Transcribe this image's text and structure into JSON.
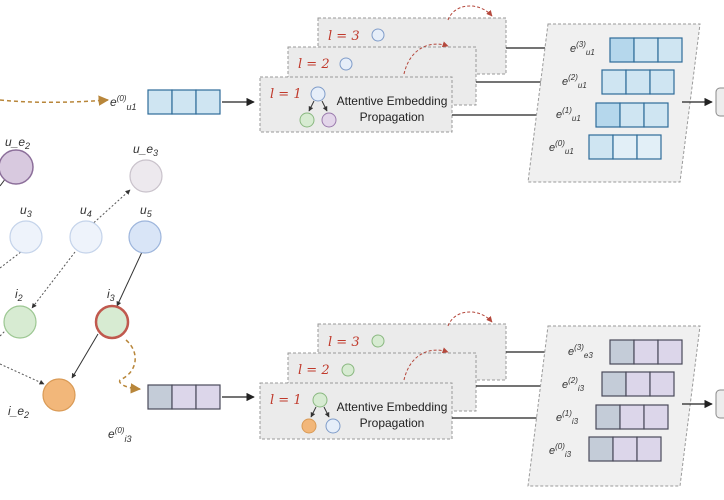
{
  "graph": {
    "nodes": {
      "u_e2": {
        "label": "u_e2",
        "color": "#d8c9df",
        "stroke": "#8c6f9a"
      },
      "u_e3": {
        "label": "u_e3",
        "color": "#ede9ee",
        "stroke": "#b9b2bb"
      },
      "u3": {
        "label": "u3",
        "color": "#eef3fb",
        "stroke": "#c4d3ea"
      },
      "u4": {
        "label": "u4",
        "color": "#eef3fb",
        "stroke": "#c4d3ea"
      },
      "u5": {
        "label": "u5",
        "color": "#d9e5f7",
        "stroke": "#9db5dc"
      },
      "i2": {
        "label": "i2",
        "color": "#d7ebd2",
        "stroke": "#9cc792"
      },
      "i3": {
        "label": "i3",
        "color": "#d7ebd2",
        "stroke": "#c0594e"
      },
      "i_e2": {
        "label": "i_e2",
        "color": "#f2b77a",
        "stroke": "#d99a55"
      }
    }
  },
  "top": {
    "embedding_label": "e(0)u1",
    "layers": [
      "l = 3",
      "l = 2",
      "l = 1"
    ],
    "propagation_text": [
      "Attentive Embedding",
      "Propagation"
    ],
    "outputs": [
      "e(3)u1",
      "e(2)u1",
      "e(1)u1",
      "e(0)u1"
    ],
    "cell_color": "#cfe5f2",
    "cell_color_dark": "#b5d7ec",
    "cell_stroke": "#2e6c99"
  },
  "bottom": {
    "embedding_label": "e(0)i3",
    "layers": [
      "l = 3",
      "l = 2",
      "l = 1"
    ],
    "propagation_text": [
      "Attentive Embedding",
      "Propagation"
    ],
    "outputs": [
      "e(3)e3",
      "e(2)i3",
      "e(1)i3",
      "e(0)i3"
    ],
    "cell_color": "#dcd6ea",
    "cell_color_dark": "#c4ccd8",
    "cell_stroke": "#4a4a5a"
  }
}
